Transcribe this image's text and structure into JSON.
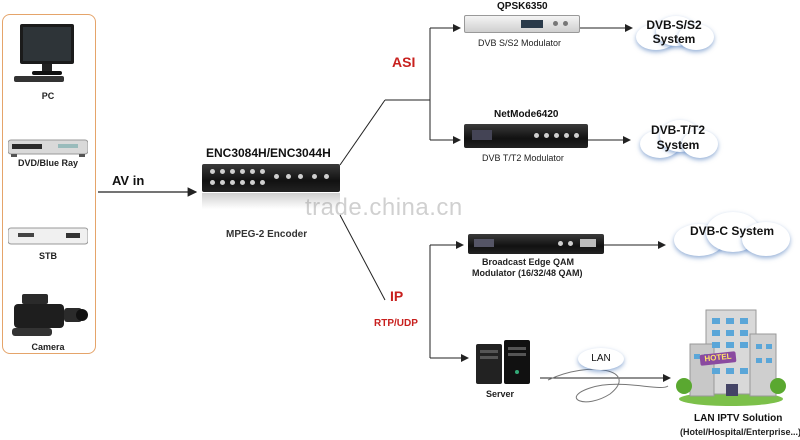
{
  "sources": [
    {
      "label": "PC",
      "icon": "pc-monitor-icon"
    },
    {
      "label": "DVD/Blue Ray",
      "icon": "dvd-player-icon"
    },
    {
      "label": "STB",
      "icon": "set-top-box-icon"
    },
    {
      "label": "Camera",
      "icon": "video-camera-icon"
    }
  ],
  "av_in": "AV in",
  "encoder": {
    "title": "ENC3084H/ENC3044H",
    "caption": "MPEG-2 Encoder"
  },
  "asi": "ASI",
  "ip": "IP",
  "rtp": "RTP/UDP",
  "qpsk": {
    "title": "QPSK6350",
    "caption": "DVB S/S2 Modulator",
    "cloud": [
      "DVB-S/S2",
      "System"
    ]
  },
  "netmode": {
    "title": "NetMode6420",
    "caption": "DVB T/T2 Modulator",
    "cloud": [
      "DVB-T/T2",
      "System"
    ]
  },
  "qam": {
    "caption_line1": "Broadcast Edge QAM",
    "caption_line2": "Modulator (16/32/48 QAM)",
    "cloud": [
      "DVB-C System"
    ]
  },
  "server": {
    "caption": "Server",
    "lan": "LAN"
  },
  "iptv": {
    "title": "LAN IPTV Solution",
    "subtitle": "(Hotel/Hospital/Enterprise...)",
    "hotel_sign": "HOTEL"
  },
  "watermark": "trade.china.cn",
  "colors": {
    "accent_red": "#c8201e",
    "panel_border": "#e5a46a",
    "cloud_glow": "#3c6eb4"
  }
}
